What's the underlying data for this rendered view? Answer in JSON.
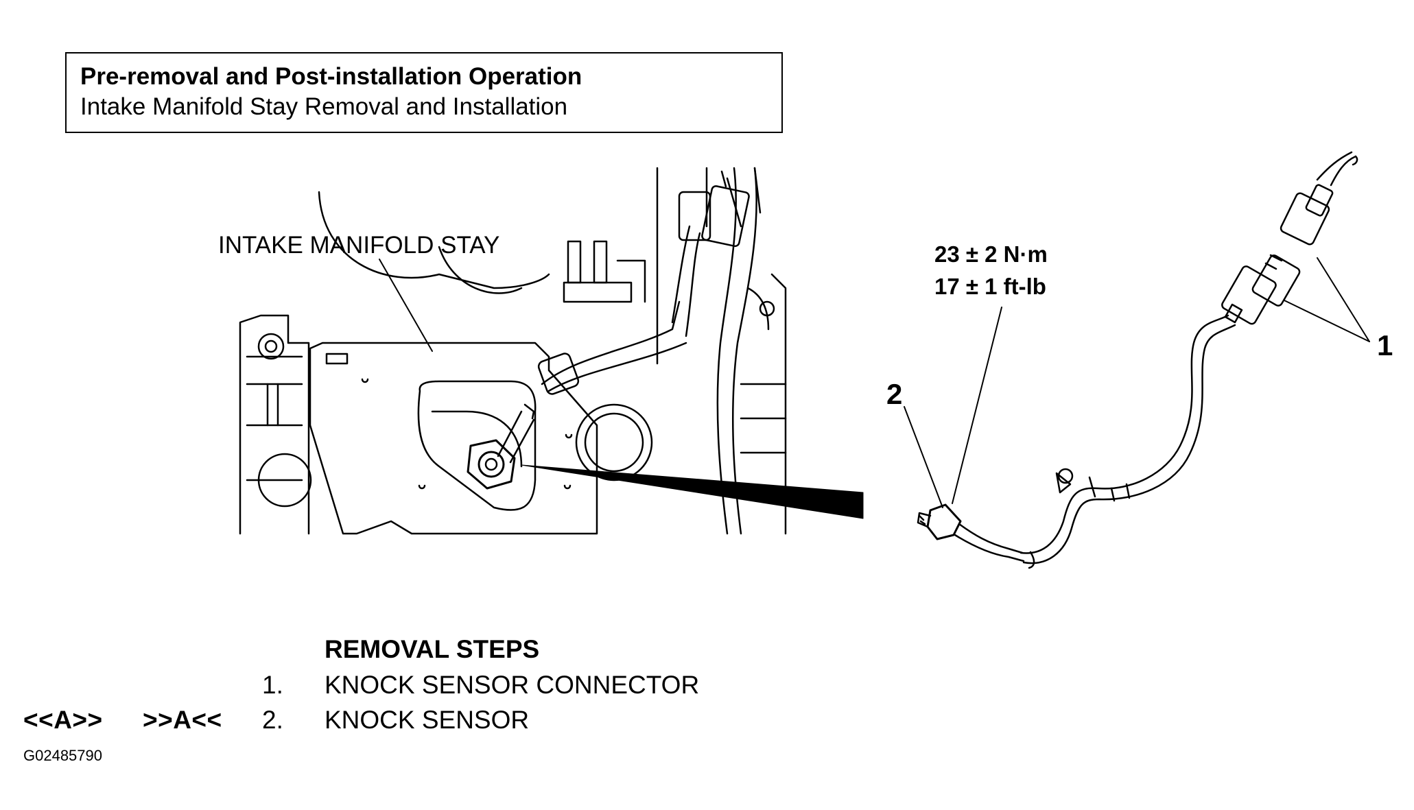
{
  "header": {
    "title": "Pre-removal and Post-installation Operation",
    "subtitle": "Intake Manifold Stay Removal and Installation"
  },
  "callouts": {
    "intake_manifold_stay": "INTAKE MANIFOLD STAY",
    "torque_nm": "23 ± 2 N·m",
    "torque_ftlb": "17 ± 1 ft-lb",
    "item_1": "1",
    "item_2": "2"
  },
  "removal_steps": {
    "heading": "REMOVAL STEPS",
    "steps": [
      {
        "number": "1.",
        "label": "KNOCK SENSOR CONNECTOR",
        "removal_ref": "",
        "install_ref": ""
      },
      {
        "number": "2.",
        "label": "KNOCK SENSOR",
        "removal_ref": "<<A>>",
        "install_ref": ">>A<<"
      }
    ]
  },
  "figure_id": "G02485790",
  "colors": {
    "line": "#000000",
    "background": "#ffffff"
  }
}
